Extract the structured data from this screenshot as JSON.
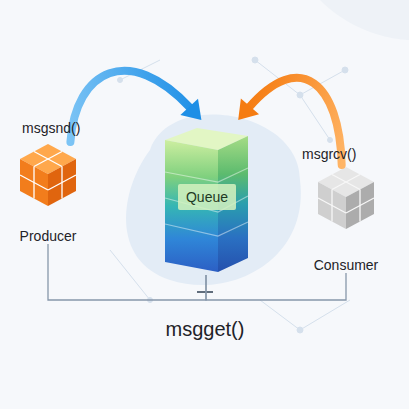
{
  "diagram": {
    "nodes": [
      {
        "text": [
          "Producer"
        ]
      },
      {
        "text": [
          "Queue"
        ]
      },
      {
        "text": [
          "Consumer"
        ]
      }
    ],
    "edges": [
      {
        "from": 0,
        "to": 1,
        "arrow": "to",
        "label": "msgsnd()"
      },
      {
        "from": 2,
        "to": 1,
        "arrow": "to",
        "label": "msgrcv()"
      },
      {
        "from": 0,
        "to": 1,
        "arrow": "none"
      },
      {
        "from": 2,
        "to": 1,
        "arrow": "none"
      }
    ],
    "labels": [
      "msgget()"
    ]
  }
}
